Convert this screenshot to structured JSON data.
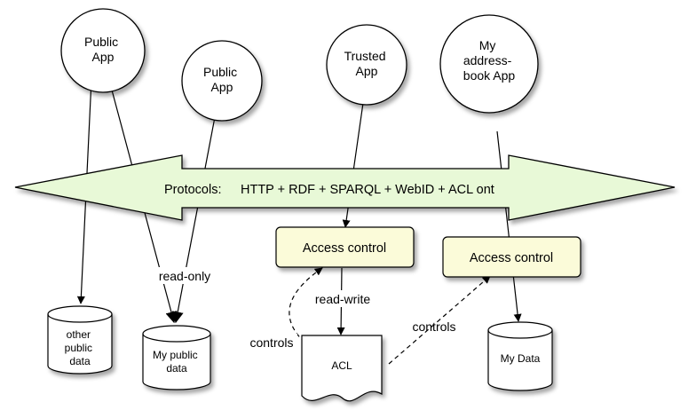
{
  "apps": {
    "public_app_1": [
      "Public",
      "App"
    ],
    "public_app_2": [
      "Public",
      "App"
    ],
    "trusted_app": [
      "Trusted",
      "App"
    ],
    "address_book_app": [
      "My",
      "address-",
      "book App"
    ]
  },
  "protocol_banner": {
    "prefix": "Protocols:",
    "text": "HTTP + RDF + SPARQL + WebID + ACL ont",
    "fill_color": "#e8f9d7"
  },
  "access_control": {
    "left_label": "Access control",
    "right_label": "Access control",
    "fill_color": "#fbfbd9"
  },
  "edge_labels": {
    "read_only": "read-only",
    "read_write": "read-write",
    "controls_left": "controls",
    "controls_right": "controls"
  },
  "stores": {
    "other_public_data": [
      "other",
      "public",
      "data"
    ],
    "my_public_data": [
      "My public",
      "data"
    ],
    "acl": "ACL",
    "my_data": "My Data"
  }
}
